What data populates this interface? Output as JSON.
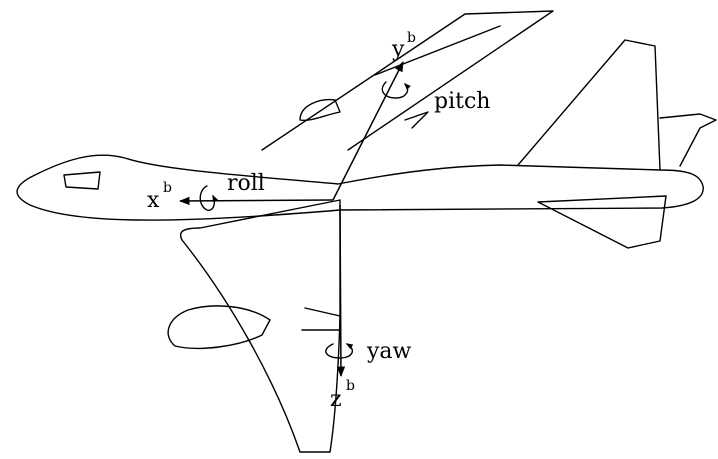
{
  "axes": {
    "x": {
      "symbol": "x",
      "superscript": "b"
    },
    "y": {
      "symbol": "y",
      "superscript": "b"
    },
    "z": {
      "symbol": "z",
      "superscript": "b"
    }
  },
  "rotations": {
    "roll": "roll",
    "pitch": "pitch",
    "yaw": "yaw"
  }
}
